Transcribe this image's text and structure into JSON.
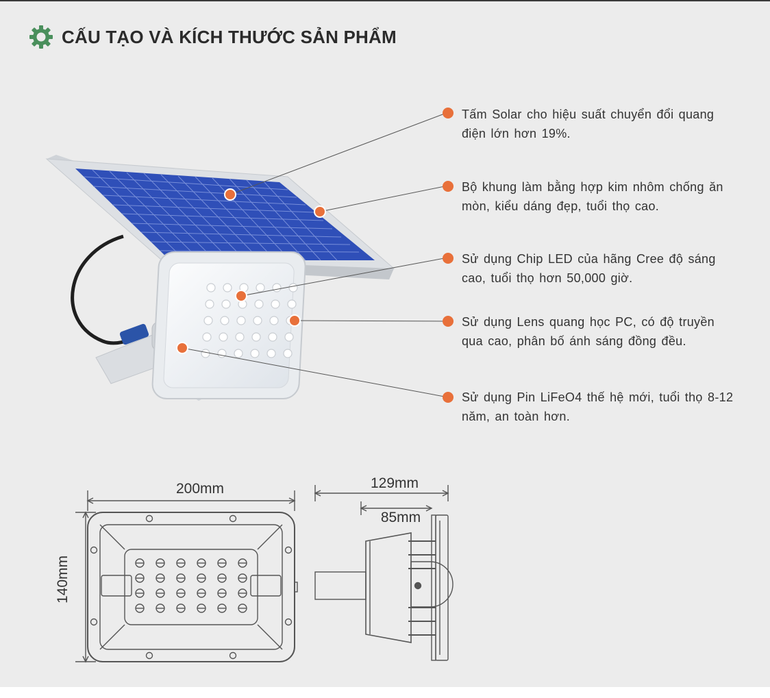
{
  "header": {
    "title": "CẤU TẠO VÀ KÍCH THƯỚC SẢN PHẨM",
    "icon": "gear-icon",
    "icon_color": "#4a8f5c"
  },
  "features": [
    {
      "text": "Tấm Solar cho hiệu suất chuyển đổi quang điện lớn hơn 19%."
    },
    {
      "text": "Bộ khung làm bằng hợp kim nhôm chống ăn mòn, kiểu dáng đẹp, tuổi thọ cao."
    },
    {
      "text": "Sử dụng Chip LED của hãng Cree độ sáng cao, tuổi thọ hơn 50,000 giờ."
    },
    {
      "text": "Sử dụng Lens quang học PC, có độ truyền qua cao, phân bố ánh sáng đồng đều."
    },
    {
      "text": "Sử dụng Pin LiFeO4 thế hệ mới, tuổi thọ  8-12 năm, an toàn hơn."
    }
  ],
  "dimensions": {
    "front_width": "200mm",
    "front_height": "140mm",
    "side_depth_total": "129mm",
    "side_depth_body": "85mm"
  },
  "colors": {
    "marker": "#e8703a",
    "panel": "#2f4fb8",
    "background": "#ececec",
    "text": "#333333"
  }
}
